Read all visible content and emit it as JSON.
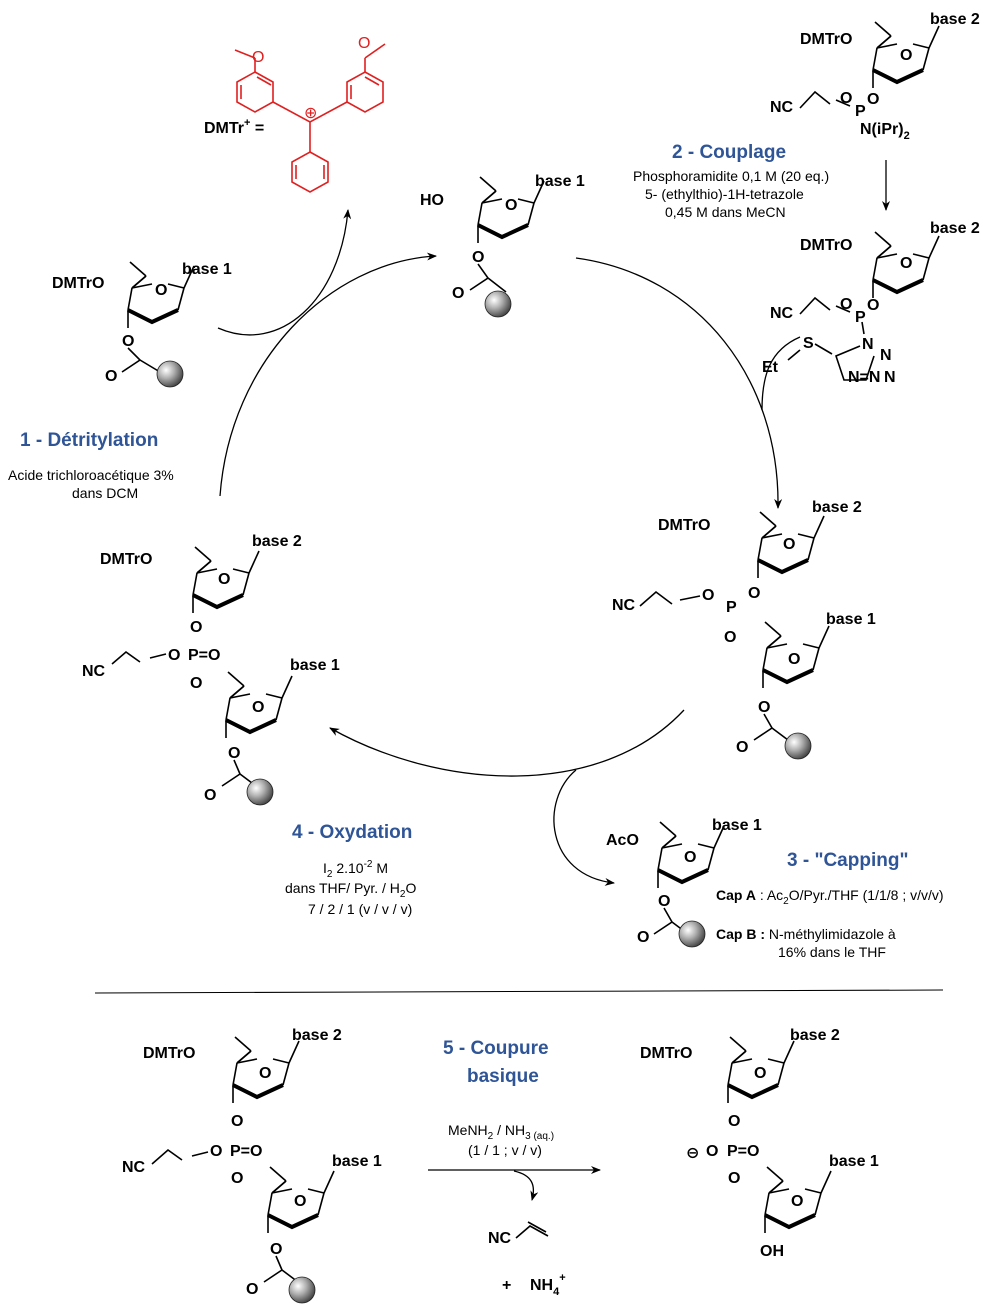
{
  "labels": {
    "dmtr_eq": "DMTr",
    "dmtr_sup": "+",
    "eq": " =",
    "dmtro": "DMTrO",
    "ho": "HO",
    "aco": "AcO",
    "base1": "base 1",
    "base2": "base 2",
    "nc": "NC",
    "o": "O",
    "p": "P",
    "pO": "P=O",
    "n_ipr2": "N(iPr)",
    "sub2": "2",
    "et": "Et",
    "s": "S",
    "n": "N",
    "n1": "N",
    "nn": "N=N",
    "oh": "OH",
    "nh4": "NH",
    "nh4_sub": "4",
    "nh4_sup": "+",
    "plus": "+",
    "minus": "⊖",
    "plus_circle": "⊕"
  },
  "steps": {
    "step1": {
      "title": "1 - Détritylation",
      "cond1": "Acide trichloroacétique 3%",
      "cond2": "dans DCM"
    },
    "step2": {
      "title": "2 - Couplage",
      "cond1": "Phosphoramidite 0,1 M (20 eq.)",
      "cond2": "5- (ethylthio)-1H-tetrazole",
      "cond3": "0,45 M dans MeCN"
    },
    "step3": {
      "title": "3 - \"Capping\"",
      "capA_label": "Cap A",
      "capA_text": " : Ac",
      "capA_sub": "2",
      "capA_rest": "O/Pyr./THF (1/1/8 ; v/v/v)",
      "capB_label": "Cap B :",
      "capB_text1": " N-méthylimidazole à",
      "capB_text2": "16% dans le THF"
    },
    "step4": {
      "title": "4 - Oxydation",
      "cond1_a": "I",
      "cond1_sub": "2",
      "cond1_b": " 2.10",
      "cond1_sup": "-2",
      "cond1_c": " M",
      "cond2_a": "dans THF/ Pyr. / H",
      "cond2_sub": "2",
      "cond2_b": "O",
      "cond3": "7 / 2 / 1 (v / v / v)"
    },
    "step5": {
      "title1": "5 - Coupure",
      "title2": "basique",
      "cond1_a": "MeNH",
      "cond1_sub": "2",
      "cond1_b": " / NH",
      "cond1_sub2": "3 (aq.)",
      "cond2": "(1 / 1 ; v / v)"
    }
  },
  "colors": {
    "step_title": "#2f5597",
    "dmtr_cation": "#e02020",
    "bond": "#000000",
    "bead": "#909090"
  }
}
